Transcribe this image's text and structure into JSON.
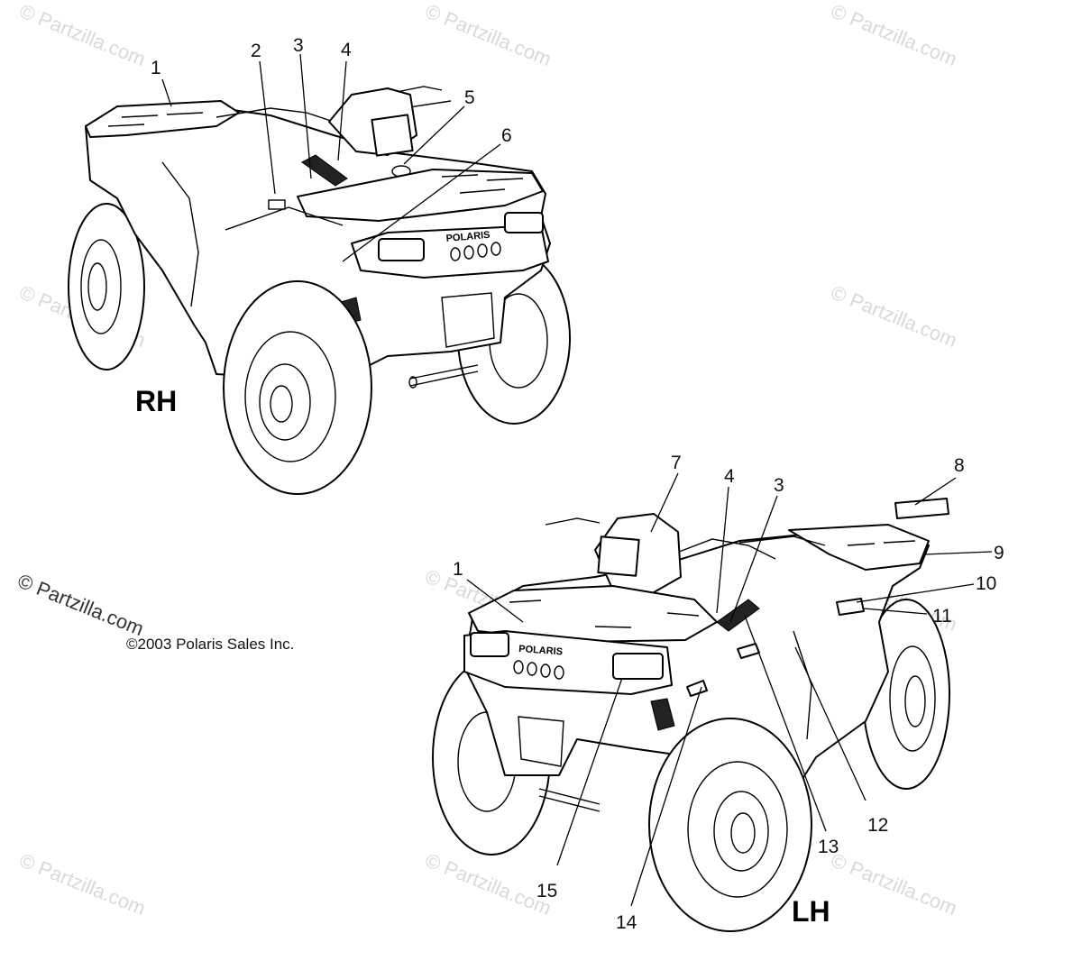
{
  "diagram": {
    "side_labels": {
      "rh": "RH",
      "lh": "LH"
    },
    "copyright": "©2003 Polaris Sales Inc.",
    "brand_plate": "POLARIS",
    "watermark": "© Partzilla.com",
    "callouts_rh": [
      "1",
      "2",
      "3",
      "4",
      "5",
      "6"
    ],
    "callouts_lh": [
      "7",
      "4",
      "3",
      "8",
      "9",
      "10",
      "11",
      "1",
      "12",
      "13",
      "15",
      "14"
    ]
  }
}
